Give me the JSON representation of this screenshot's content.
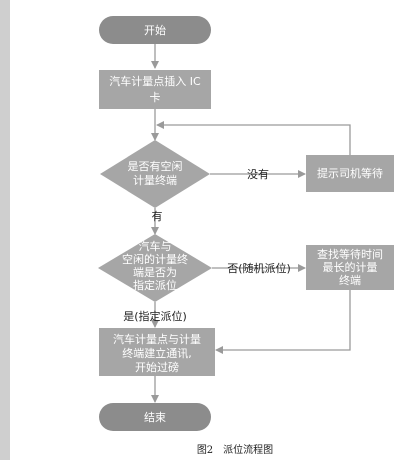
{
  "colors": {
    "node_fill": "#a6a6a6",
    "terminal_fill": "#8c8c8c",
    "arrow": "#9a9a9a",
    "text": "#ffffff",
    "left_bar": "#cfcfcf"
  },
  "nodes": {
    "start": "开始",
    "insert_ic_line1": "汽车计量点插入 IC",
    "insert_ic_line2": "卡",
    "check_idle_line1": "是否有空闲",
    "check_idle_line2": "计量终端",
    "prompt_driver": "提示司机等待",
    "check_assigned_line1": "汽车与",
    "check_assigned_line2": "空闲的计量终",
    "check_assigned_line3": "端是否为",
    "check_assigned_line4": "指定派位",
    "find_longest_line1": "查找等待时间",
    "find_longest_line2": "最长的计量",
    "find_longest_line3": "终端",
    "establish_line1": "汽车计量点与计量",
    "establish_line2": "终端建立通讯,",
    "establish_line3": "开始过磅",
    "end": "结束"
  },
  "edge_labels": {
    "none": "没有",
    "has": "有",
    "no_random": "否(随机派位)",
    "yes_assigned": "是(指定派位)"
  },
  "caption": "图2　派位流程图"
}
